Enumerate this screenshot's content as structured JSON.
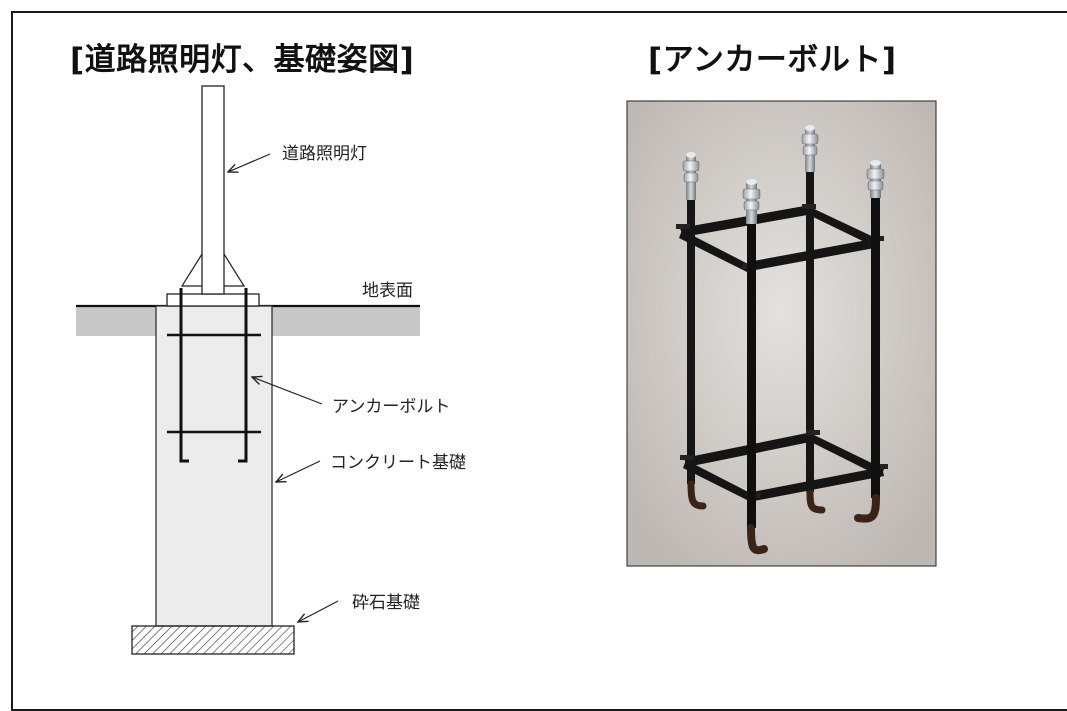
{
  "titles": {
    "left": "[道路照明灯、基礎姿図]",
    "right": "[アンカーボルト]"
  },
  "labels": {
    "lamp": "道路照明灯",
    "ground": "地表面",
    "anchor_bolt": "アンカーボルト",
    "concrete_foundation": "コンクリート基礎",
    "gravel_foundation": "砕石基礎"
  },
  "photo": {
    "subject": "anchor-bolt-cage",
    "bg_color": "#d4d0cc",
    "rod_color": "#141414",
    "cap_color": "#c8ccd0"
  },
  "colors": {
    "ground_fill": "#c8c8c8",
    "concrete_fill": "#ececec",
    "line": "#111111"
  }
}
